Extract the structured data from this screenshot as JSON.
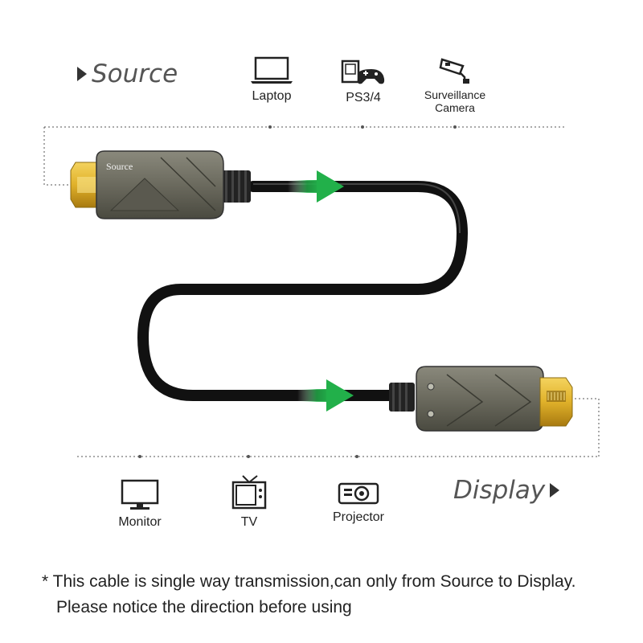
{
  "source": {
    "title": "Source",
    "devices": [
      {
        "label": "Laptop",
        "icon": "laptop-icon"
      },
      {
        "label": "PS3/4",
        "icon": "game-console-icon"
      },
      {
        "label": "Surveillance\nCamera",
        "icon": "surveillance-camera-icon"
      }
    ]
  },
  "display": {
    "title": "Display",
    "devices": [
      {
        "label": "Monitor",
        "icon": "monitor-icon"
      },
      {
        "label": "TV",
        "icon": "tv-icon"
      },
      {
        "label": "Projector",
        "icon": "projector-icon"
      }
    ]
  },
  "cable": {
    "source_label": "Source",
    "direction_color": "#22b04a",
    "housing_color": "#6b6a5e",
    "connector_color": "#e0b12a",
    "cable_color": "#1a1a1a"
  },
  "note": {
    "line1": "* This cable is single way transmission,can only from Source to Display.",
    "line2": "Please notice the direction before using"
  }
}
